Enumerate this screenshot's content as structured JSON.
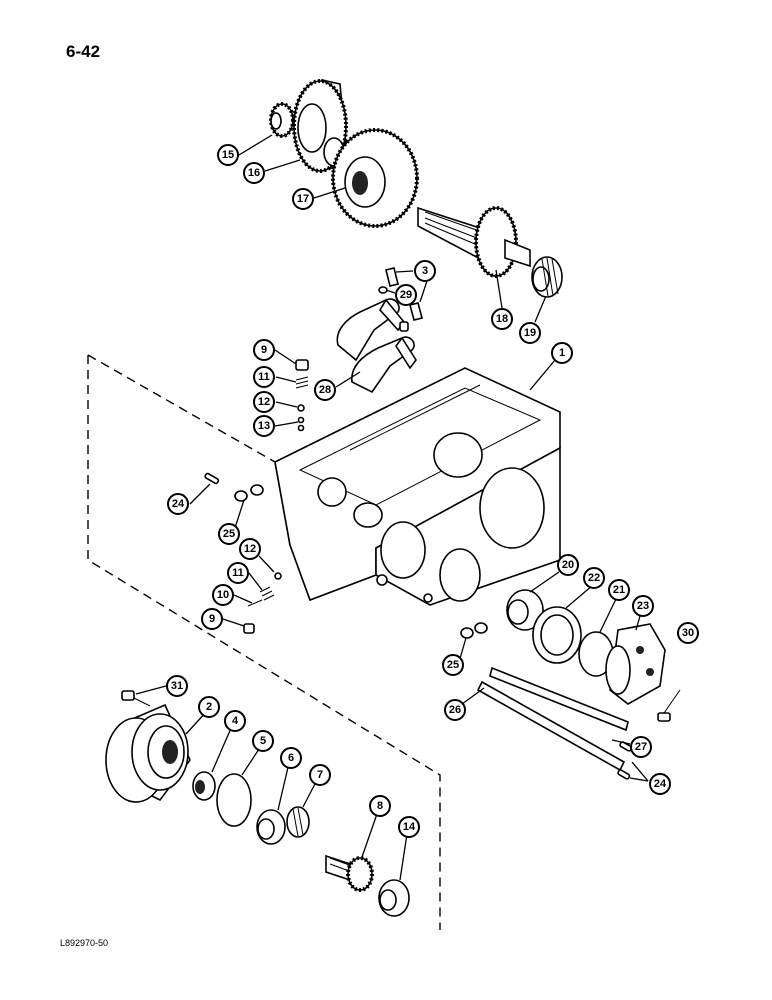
{
  "page_number": "6-42",
  "figure_code": "L892970-50",
  "callouts": [
    "1",
    "2",
    "3",
    "4",
    "5",
    "6",
    "7",
    "8",
    "9",
    "10",
    "11",
    "12",
    "13",
    "14",
    "15",
    "16",
    "17",
    "18",
    "19",
    "20",
    "21",
    "22",
    "23",
    "24",
    "25",
    "26",
    "27",
    "28",
    "29",
    "30",
    "31"
  ]
}
